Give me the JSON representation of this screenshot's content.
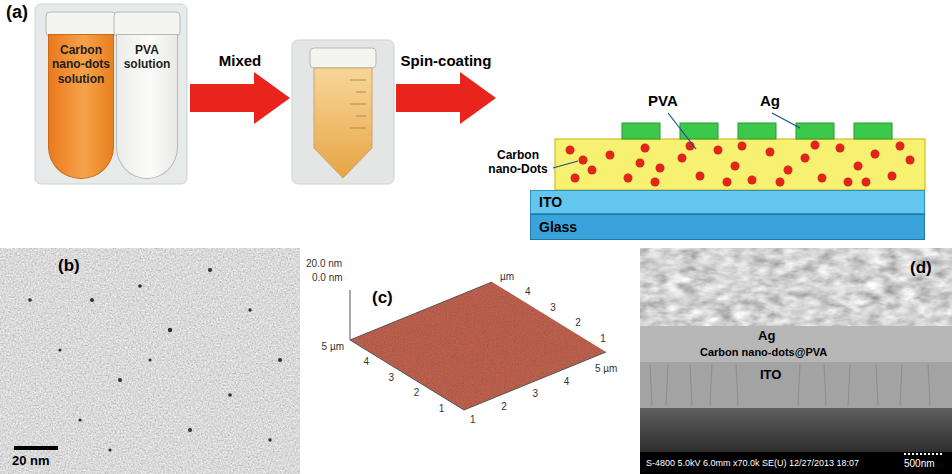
{
  "diagram": {
    "nodes": [
      {
        "text": [
          "Carbon nano-dots solution"
        ]
      },
      {
        "text": [
          "PVA solution"
        ]
      },
      {
        "text": [
          "Mixed"
        ]
      },
      {
        "text": [
          "Spin-coating"
        ]
      },
      {
        "text": [
          "ITO"
        ]
      },
      {
        "text": [
          "Glass"
        ]
      }
    ],
    "labels": [
      "(a)",
      "PVA",
      "Ag",
      "Carbon nano-Dots",
      "(b)",
      "20 nm",
      "(c)",
      "20.0 nm",
      "0.0 nm",
      "5 µm",
      "4",
      "3",
      "2",
      "1",
      "µm",
      "4",
      "3",
      "2",
      "1",
      "1",
      "2",
      "3",
      "4",
      "5 µm",
      "(d)",
      "Ag",
      "Carbon nano-dots@PVA",
      "ITO",
      "S-4800 5.0kV 6.0mm x70.0k SE(U) 12/27/2013 18:07",
      "500nm"
    ]
  }
}
